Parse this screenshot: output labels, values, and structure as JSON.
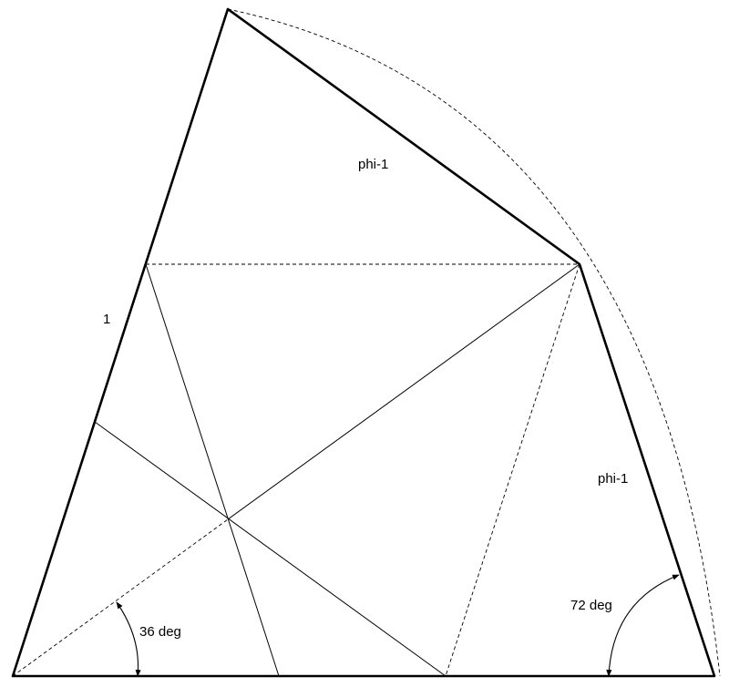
{
  "labels": {
    "left_side": "1",
    "top_right_side": "phi-1",
    "right_side": "phi-1",
    "left_angle": "36 deg",
    "right_angle": "72 deg"
  }
}
